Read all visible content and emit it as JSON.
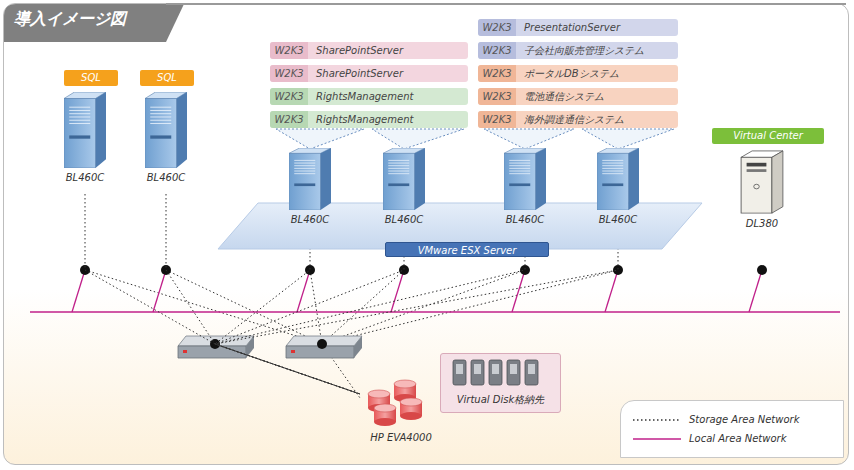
{
  "diagram": {
    "title": "導入イメージ図",
    "nodes": [
      {
        "text": [
          "SQL"
        ]
      },
      {
        "text": [
          "BL460C"
        ]
      },
      {
        "text": [
          "SQL"
        ]
      },
      {
        "text": [
          "BL460C"
        ]
      },
      {
        "text": [
          "W2K3",
          "SharePointServer"
        ]
      },
      {
        "text": [
          "W2K3",
          "SharePointServer"
        ]
      },
      {
        "text": [
          "W2K3",
          "RightsManagement"
        ]
      },
      {
        "text": [
          "W2K3",
          "RightsManagement"
        ]
      },
      {
        "text": [
          "W2K3",
          "PresentationServer"
        ]
      },
      {
        "text": [
          "W2K3",
          "子会社向販売管理システム"
        ]
      },
      {
        "text": [
          "W2K3",
          "ポータルDBシステム"
        ]
      },
      {
        "text": [
          "W2K3",
          "電池通信システム"
        ]
      },
      {
        "text": [
          "W2K3",
          "海外調達通信システム"
        ]
      },
      {
        "text": [
          "VMware ESX Server"
        ]
      },
      {
        "text": [
          "BL460C"
        ],
        "in": 13
      },
      {
        "text": [
          "BL460C"
        ],
        "in": 13
      },
      {
        "text": [
          "BL460C"
        ],
        "in": 13
      },
      {
        "text": [
          "BL460C"
        ],
        "in": 13
      },
      {
        "text": [
          "Virtual Center"
        ]
      },
      {
        "text": [
          "DL380"
        ]
      },
      {
        "text": [
          "Virtual Disk格納先"
        ]
      },
      {
        "text": [
          "HP EVA4000"
        ]
      }
    ],
    "edges": [
      {
        "from": 1,
        "to": 21,
        "arrow": "none"
      },
      {
        "from": 3,
        "to": 21,
        "arrow": "none"
      },
      {
        "from": 14,
        "to": 21,
        "arrow": "none"
      },
      {
        "from": 15,
        "to": 21,
        "arrow": "none"
      },
      {
        "from": 16,
        "to": 21,
        "arrow": "none"
      },
      {
        "from": 17,
        "to": 21,
        "arrow": "none"
      }
    ],
    "legend": [
      {
        "text": "Storage Area Network"
      },
      {
        "text": "Local Area Network"
      }
    ]
  }
}
